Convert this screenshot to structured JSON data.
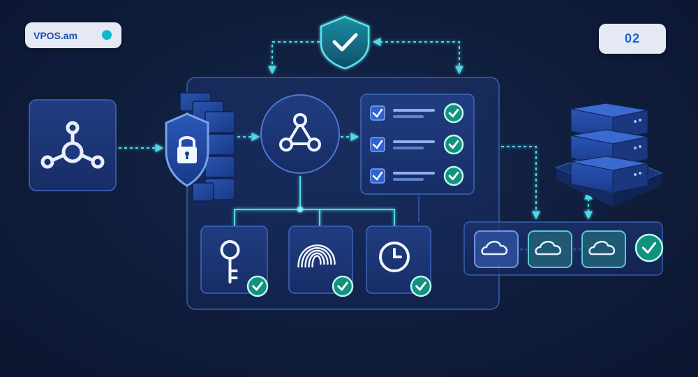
{
  "brand": {
    "label": "VPOS.am"
  },
  "slide": {
    "number": "02"
  },
  "colors": {
    "background": "#0f1d3b",
    "panel": "#1a2f63",
    "connector": "#4fd8e6",
    "check": "#1ab8a5",
    "accent_dot": "#12b6cf"
  },
  "icons": {
    "source": "network-node-icon",
    "firewall": "shield-lock-icon",
    "top": "shield-check-icon",
    "hub": "share-hub-icon",
    "checklist": "checklist-icon",
    "auth_factors": [
      "key-icon",
      "fingerprint-icon",
      "clock-icon"
    ],
    "database": "database-server-icon",
    "cloud": "cloud-icon",
    "status": "check-circle-icon"
  },
  "checklist": {
    "items_checked": 3
  },
  "cloud_chain": {
    "count": 3
  }
}
